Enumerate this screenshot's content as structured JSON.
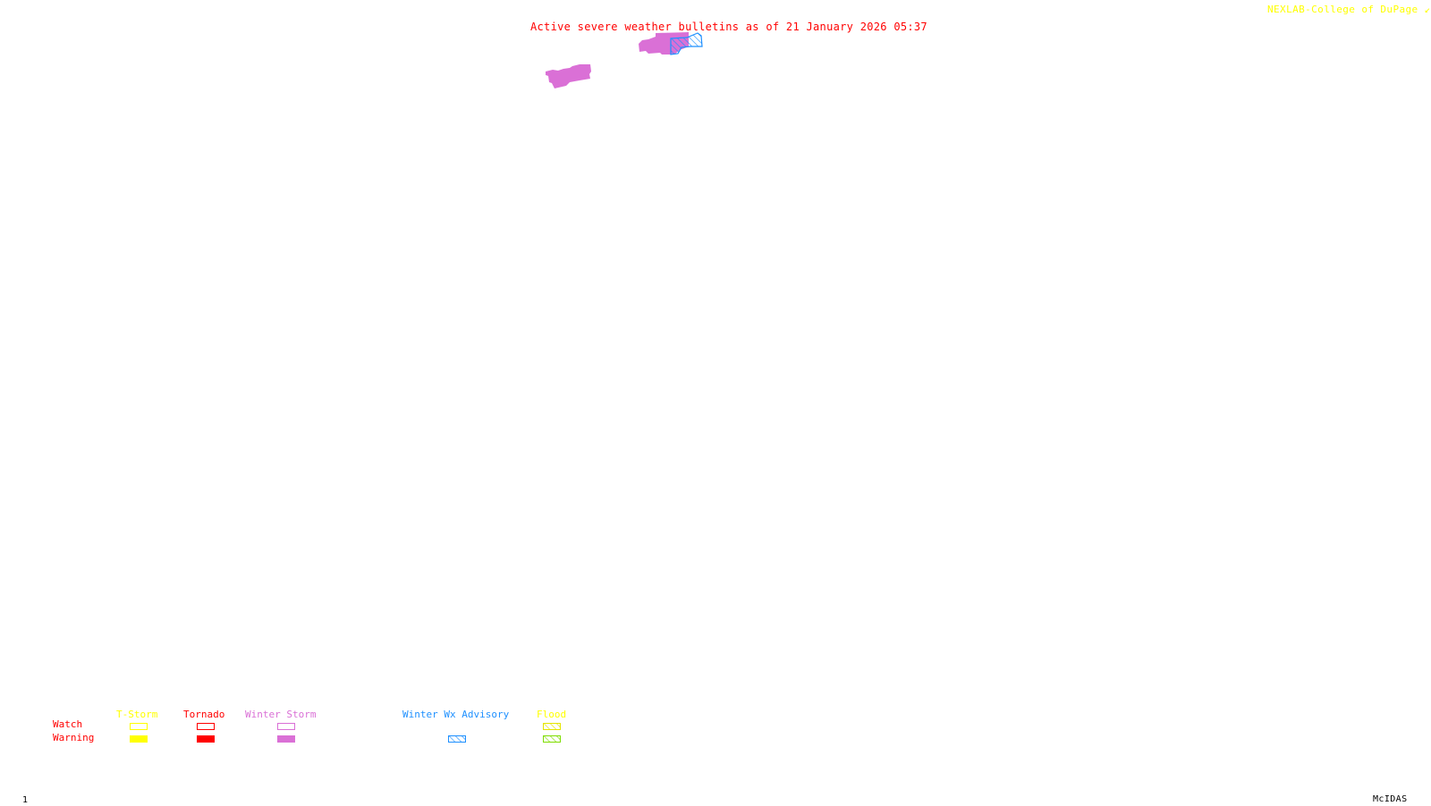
{
  "header": {
    "title": "Active severe weather bulletins as of 21 January 2026 05:37",
    "credit": "NEXLAB-College of DuPage",
    "credit_icon": "corner-arrow-icon"
  },
  "footer": {
    "frame_number": "1",
    "software": "McIDAS"
  },
  "colors": {
    "title": "#ff0000",
    "credit": "#ffff00",
    "tstorm": "#ffff00",
    "tornado": "#ff0000",
    "winter_storm": "#da70d6",
    "winter_wx_advisory": "#1e90ff",
    "flood_watch": "#ffff00",
    "flood_warning": "#7fdd00"
  },
  "map": {
    "active_areas": [
      {
        "type": "Winter Storm Warning",
        "style": "filled",
        "color": "#da70d6"
      },
      {
        "type": "Winter Storm Warning",
        "style": "filled",
        "color": "#da70d6"
      },
      {
        "type": "Winter Wx Advisory",
        "style": "hatched",
        "color": "#1e90ff"
      }
    ]
  },
  "legend": {
    "rows": {
      "watch": "Watch",
      "warning": "Warning"
    },
    "categories": [
      {
        "label": "T-Storm",
        "color": "#ffff00",
        "watch": "outline",
        "warning": "filled"
      },
      {
        "label": "Tornado",
        "color": "#ff0000",
        "watch": "outline",
        "warning": "filled"
      },
      {
        "label": "Winter Storm",
        "color": "#da70d6",
        "watch": "outline",
        "warning": "filled"
      },
      {
        "label": "Winter Wx Advisory",
        "color": "#1e90ff",
        "watch": "none",
        "warning": "hatched"
      },
      {
        "label": "Flood",
        "color": "#ffff00",
        "watch": "hatched",
        "warning": "hatched"
      }
    ]
  }
}
